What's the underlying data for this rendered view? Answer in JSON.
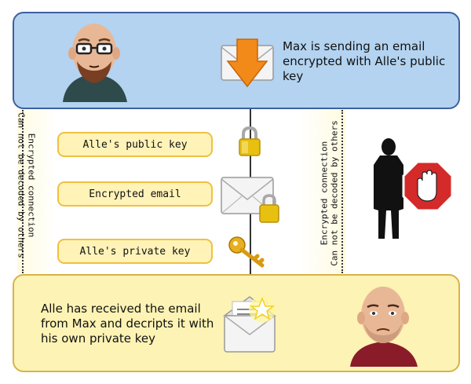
{
  "top_panel": {
    "caption": "Max is sending an email encrypted with Alle's public key"
  },
  "bottom_panel": {
    "caption": "Alle has received the email from Max and decripts it with his own private key"
  },
  "steps": {
    "public_key": "Alle's public key",
    "encrypted_email": "Encrypted email",
    "private_key": "Alle's private key"
  },
  "side_notes": {
    "left_line1": "Encrypted connection",
    "left_line2": "Can not be decoded by others",
    "right_line1": "Encrypted connection",
    "right_line2": "Can not be decoded by others"
  },
  "colors": {
    "top_panel_fill": "#b3d3f0",
    "top_panel_border": "#3f5f9f",
    "bottom_panel_fill": "#fdf3b4",
    "bottom_panel_border": "#d8b24a",
    "pill_fill": "#fff3b8",
    "stop_sign": "#d42a2a",
    "arrow_orange": "#f28a1a",
    "lock_gold": "#e8c010"
  },
  "icons": {
    "top_envelope": "envelope-with-down-arrow-icon",
    "lock": "padlock-icon",
    "locked_envelope": "envelope-with-padlock-icon",
    "key": "key-icon",
    "open_envelope": "open-envelope-with-star-icon",
    "eavesdropper": "eavesdropper-silhouette-icon",
    "stop": "stop-hand-sign-icon"
  }
}
